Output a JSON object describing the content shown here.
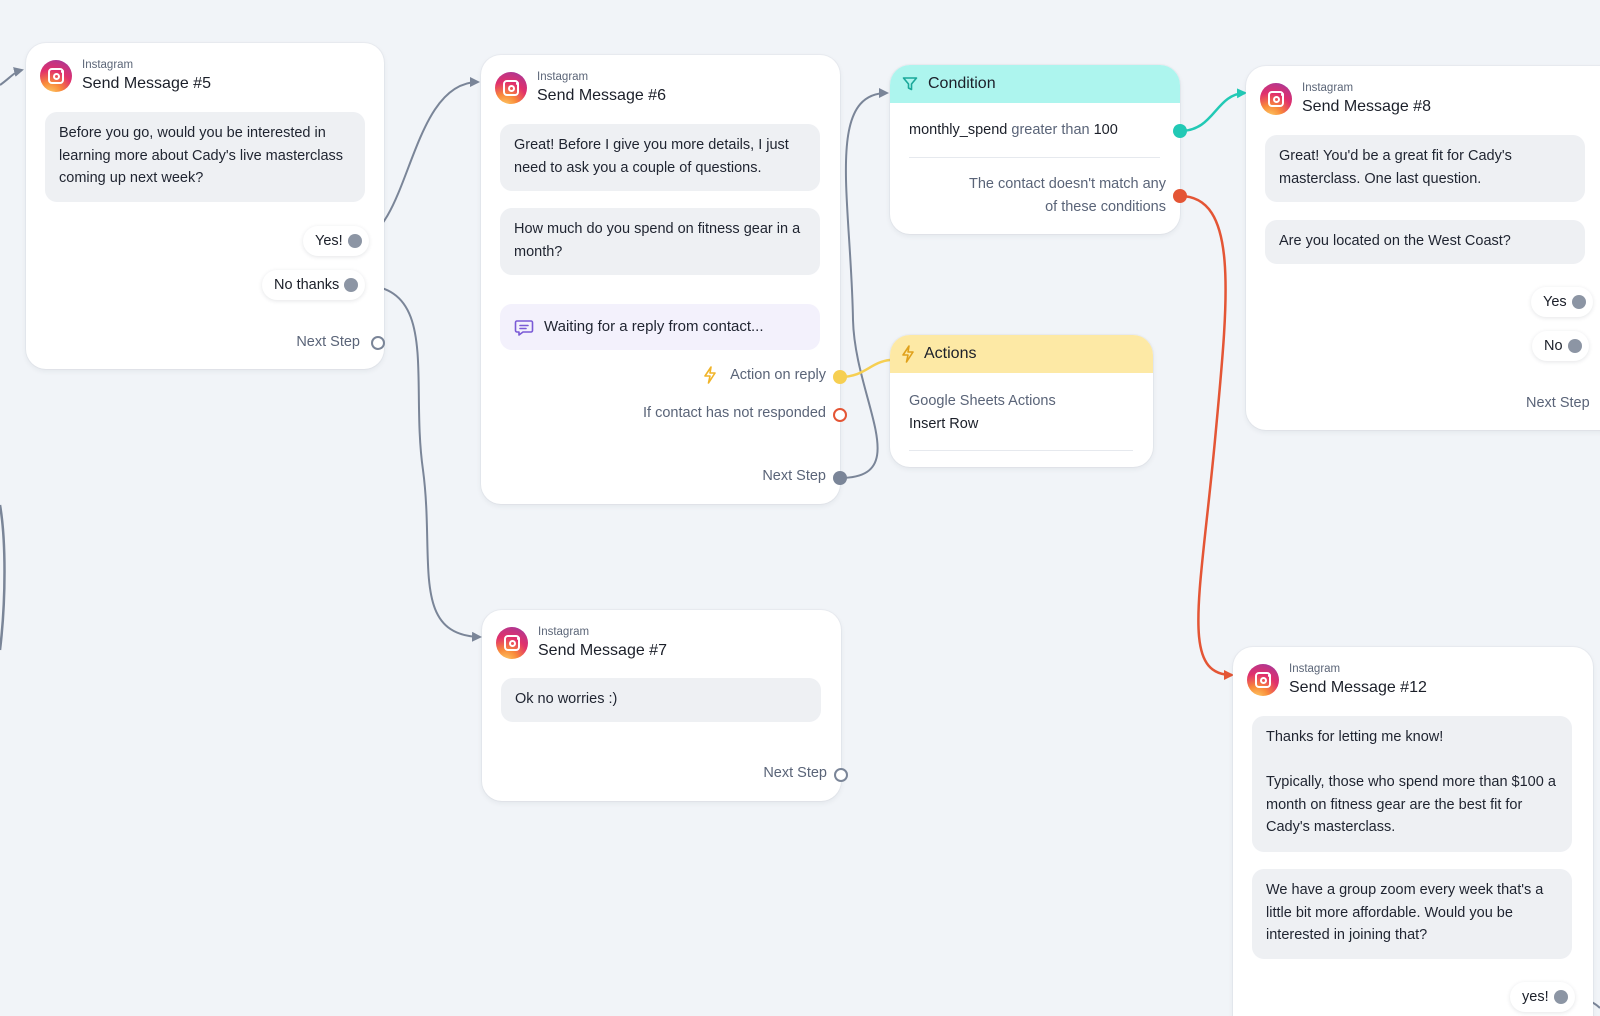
{
  "cards": {
    "m5": {
      "platform": "Instagram",
      "title": "Send Message #5",
      "message": "Before you go, would you be interested in learning more about Cady's live masterclass coming up next week?",
      "buttons": [
        "Yes!",
        "No thanks"
      ],
      "next_step": "Next Step"
    },
    "m6": {
      "platform": "Instagram",
      "title": "Send Message #6",
      "messages": [
        "Great! Before I give you more details, I just need to ask you a couple of questions.",
        "How much do you spend on fitness gear in a month?"
      ],
      "waiting": "Waiting for a reply from contact...",
      "action_on_reply": "Action on reply",
      "not_responded": "If contact has not responded",
      "next_step": "Next Step"
    },
    "m7": {
      "platform": "Instagram",
      "title": "Send Message #7",
      "message": "Ok no worries :)",
      "next_step": "Next Step"
    },
    "m8": {
      "platform": "Instagram",
      "title": "Send Message #8",
      "messages": [
        "Great! You'd be a great fit for Cady's masterclass. One last question.",
        "Are you located on the West Coast?"
      ],
      "buttons": [
        "Yes",
        "No"
      ],
      "next_step": "Next Step"
    },
    "m12": {
      "platform": "Instagram",
      "title": "Send Message #12",
      "messages": [
        "Thanks for letting me know!\n\nTypically, those who spend more than $100 a month on fitness gear are the best fit for Cady's masterclass.",
        "We have a group zoom every week that's a little bit more affordable. Would you be interested in joining that?"
      ],
      "buttons": [
        "yes!"
      ]
    },
    "condition": {
      "title": "Condition",
      "field": "monthly_spend",
      "operator": "greater than",
      "value": "100",
      "else_line1": "The contact doesn't match any",
      "else_line2": "of these conditions"
    },
    "actions": {
      "title": "Actions",
      "action_group": "Google Sheets Actions",
      "action_name": "Insert Row"
    }
  },
  "colors": {
    "canvas": "#f1f4f8",
    "condition_header": "#adf5ee",
    "actions_header": "#fde9a5",
    "wire_default": "#7a8598",
    "wire_reply": "#f6cf52",
    "wire_match": "#22c9b5",
    "wire_else": "#e45535"
  },
  "icons": [
    "instagram-icon",
    "filter-icon",
    "lightning-icon",
    "chat-bubble-icon",
    "arrow-head-icon"
  ]
}
